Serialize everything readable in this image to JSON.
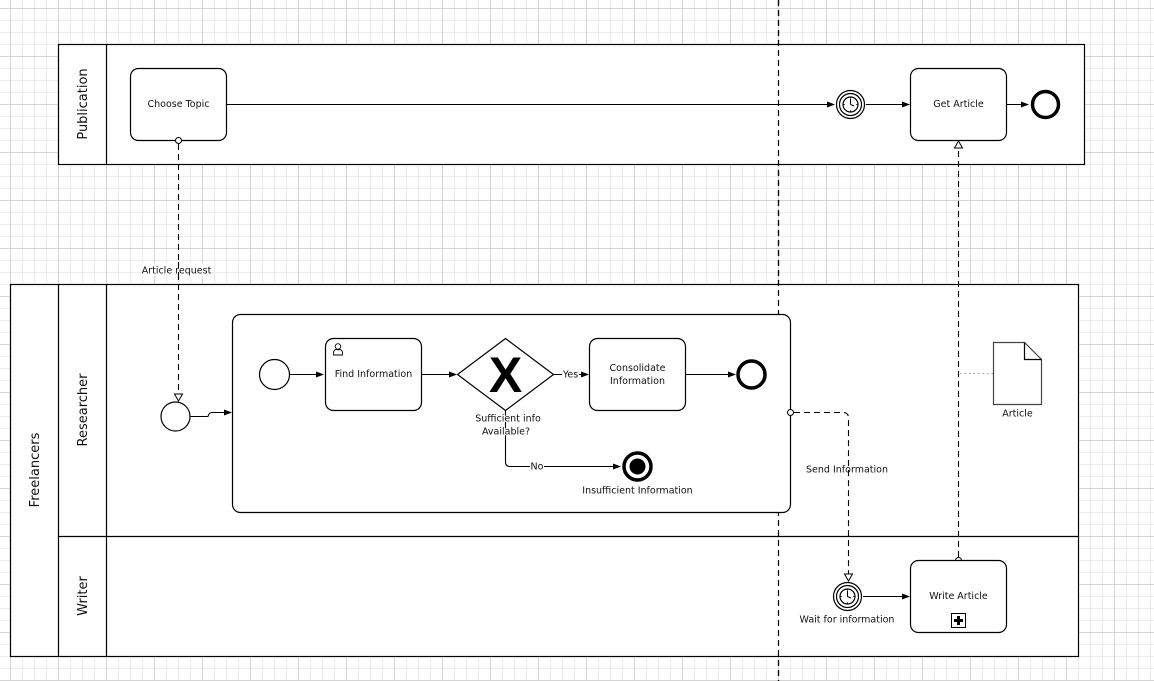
{
  "pools": {
    "publication": {
      "label": "Publication"
    },
    "freelancers": {
      "label": "Freelancers",
      "lanes": [
        {
          "label": "Researcher"
        },
        {
          "label": "Writer"
        }
      ]
    }
  },
  "tasks": {
    "choose_topic": "Choose Topic",
    "get_article": "Get Article",
    "find_information": "Find Information",
    "consolidate_information": [
      "Consolidate",
      "Information"
    ],
    "write_article": "Write Article"
  },
  "gateway": {
    "type": "exclusive",
    "symbol": "X",
    "label": [
      "Sufficient info",
      "Available?"
    ],
    "yes_label": "Yes",
    "no_label": "No"
  },
  "events": {
    "insufficient_information": "Insufficient Information",
    "wait_for_information": "Wait for information"
  },
  "flows": {
    "article_request": "Article request",
    "send_information": "Send Information"
  },
  "data_object": {
    "label": "Article"
  },
  "icons": {
    "user_task": "user-icon",
    "timer": "clock-icon",
    "collapsed_subprocess": "plus-icon"
  }
}
